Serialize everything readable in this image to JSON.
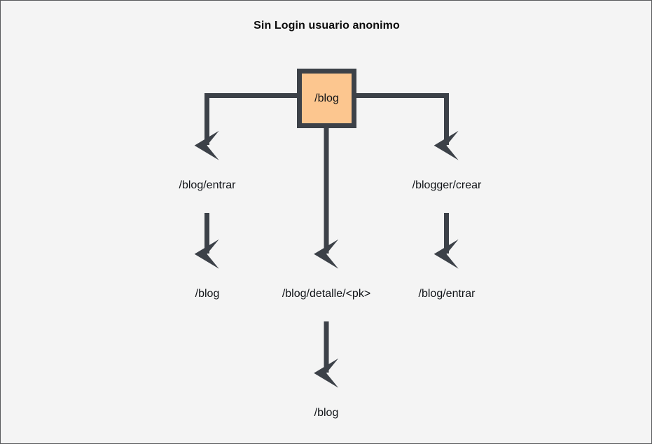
{
  "diagram": {
    "title": "Sin Login usuario anonimo",
    "background_color": "#f4f4f4",
    "border_color": "#58595b",
    "stroke_color": "#3c4148",
    "node_fill_color": "#fcc68f",
    "text_color": "#111418",
    "type": "flowchart",
    "root": {
      "label": "/blog"
    },
    "level2": [
      {
        "label": "/blog/entrar"
      },
      {
        "label": "/blog/detalle/<pk>"
      },
      {
        "label": "/blogger/crear"
      }
    ],
    "level3": [
      {
        "label": "/blog"
      },
      {
        "label": "/blog/entrar"
      }
    ],
    "level4": [
      {
        "label": "/blog"
      }
    ],
    "nodes": {
      "root": "/blog",
      "left_branch": "/blog/entrar",
      "right_branch": "/blogger/crear",
      "left_leaf": "/blog",
      "center_mid": "/blog/detalle/<pk>",
      "right_leaf": "/blog/entrar",
      "center_leaf": "/blog"
    }
  }
}
